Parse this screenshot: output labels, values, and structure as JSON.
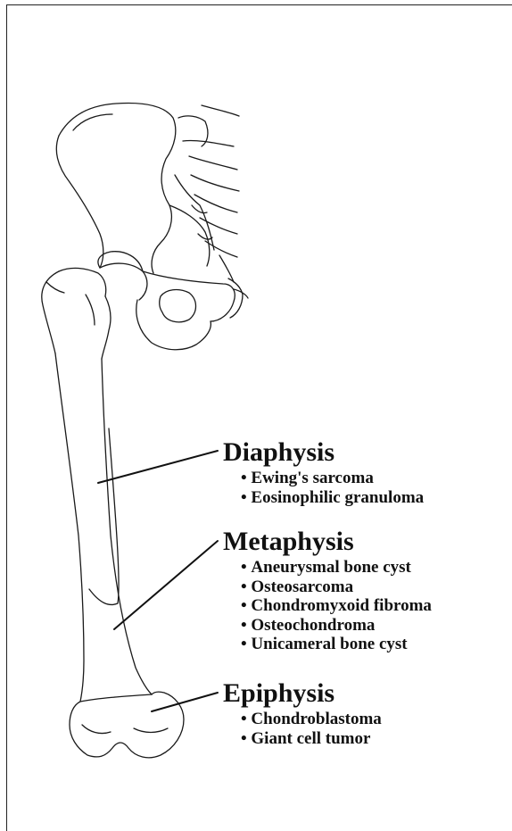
{
  "sections": [
    {
      "name": "Diaphysis",
      "items": [
        "Ewing's sarcoma",
        "Eosinophilic granuloma"
      ]
    },
    {
      "name": "Metaphysis",
      "items": [
        "Aneurysmal bone cyst",
        "Osteosarcoma",
        "Chondromyxoid fibroma",
        "Osteochondroma",
        "Unicameral bone cyst"
      ]
    },
    {
      "name": "Epiphysis",
      "items": [
        "Chondroblastoma",
        "Giant cell tumor"
      ]
    }
  ]
}
